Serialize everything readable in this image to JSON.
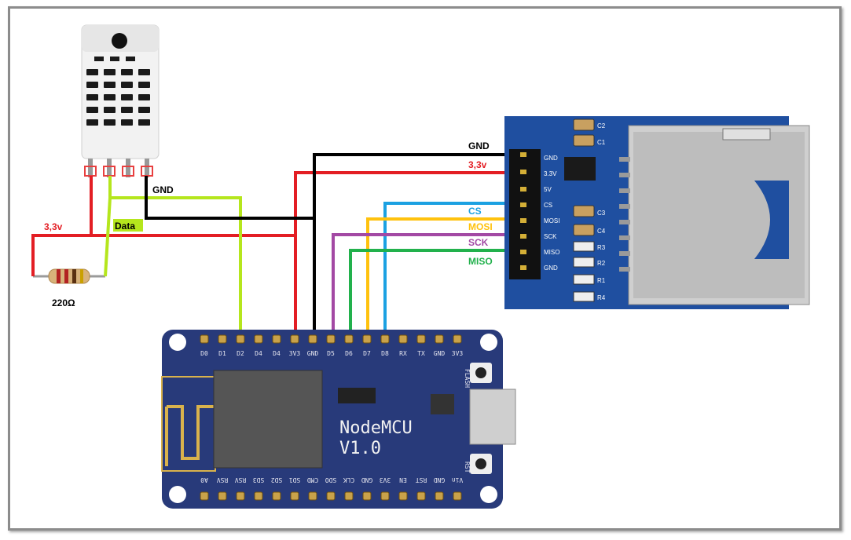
{
  "labels": {
    "gnd_sensor": "GND",
    "data": "Data",
    "v33_left": "3,3v",
    "resistor": "220Ω",
    "gnd_sd": "GND",
    "v33_sd": "3,3v",
    "cs": "CS",
    "mosi": "MOSI",
    "sck": "SCK",
    "miso": "MISO"
  },
  "nodemcu": {
    "title_line1": "NodeMCU",
    "title_line2": "V1.0",
    "flash": "FLASH",
    "rst": "RST",
    "top_pins": [
      "D0",
      "D1",
      "D2",
      "D4",
      "D4",
      "3V3",
      "GND",
      "D5",
      "D6",
      "D7",
      "D8",
      "RX",
      "TX",
      "GND",
      "3V3"
    ],
    "bottom_pins": [
      "A0",
      "RSV",
      "RSV",
      "SD3",
      "SD2",
      "SD1",
      "CMD",
      "SDO",
      "CLK",
      "GND",
      "3V3",
      "EN",
      "RST",
      "GND",
      "Vin"
    ]
  },
  "sd_module": {
    "pins": [
      "GND",
      "3.3V",
      "5V",
      "CS",
      "MOSI",
      "SCK",
      "MISO",
      "GND"
    ],
    "components": [
      "C2",
      "C1",
      "C3",
      "C4",
      "R3",
      "R2",
      "R1",
      "R4"
    ]
  },
  "colors": {
    "gnd": "#000000",
    "power": "#e31e24",
    "data": "#b5e61d",
    "cs": "#1ba1e2",
    "mosi": "#ffc20e",
    "sck": "#a349a4",
    "miso": "#22b14c",
    "board": "#283a7a",
    "sd_board": "#1f4fa0"
  }
}
